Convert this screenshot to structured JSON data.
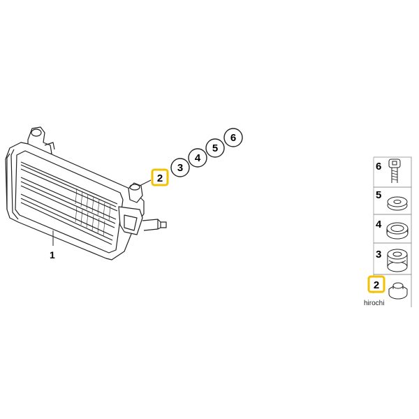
{
  "main_part_label": "1",
  "callouts": [
    {
      "label": "2",
      "highlighted": true
    },
    {
      "label": "3",
      "highlighted": false
    },
    {
      "label": "4",
      "highlighted": false
    },
    {
      "label": "5",
      "highlighted": false
    },
    {
      "label": "6",
      "highlighted": false
    }
  ],
  "legend": [
    {
      "label": "6",
      "highlighted": false,
      "icon": "bolt-icon"
    },
    {
      "label": "5",
      "highlighted": false,
      "icon": "washer-icon"
    },
    {
      "label": "4",
      "highlighted": false,
      "icon": "ring-icon"
    },
    {
      "label": "3",
      "highlighted": false,
      "icon": "rubber-mount-icon"
    },
    {
      "label": "2",
      "highlighted": true,
      "icon": "bushing-icon"
    }
  ],
  "watermark": "hirochi",
  "colors": {
    "highlight": "#f2c200",
    "line": "#222222"
  }
}
